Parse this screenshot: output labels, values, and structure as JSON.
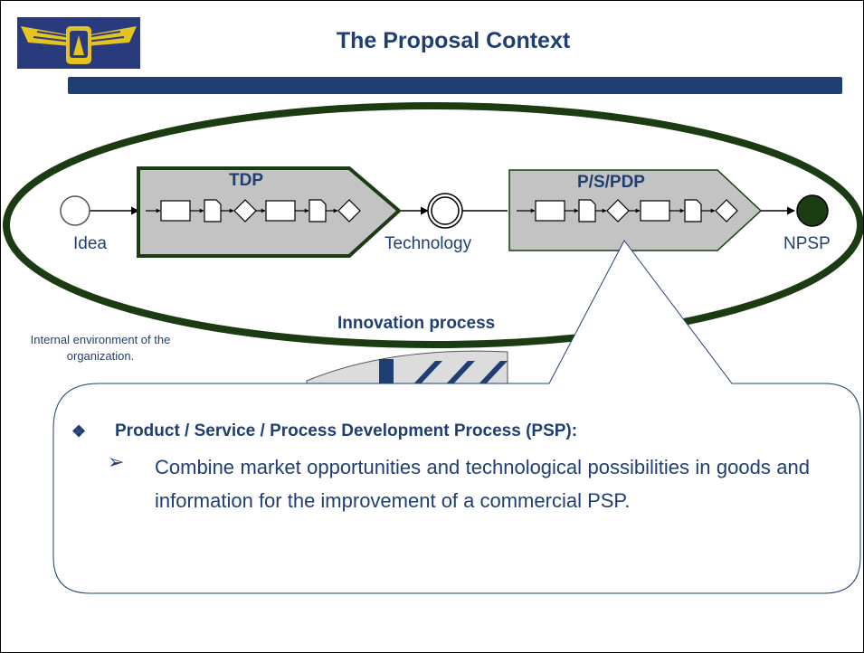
{
  "title": "The Proposal Context",
  "diagram": {
    "tdp_label": "TDP",
    "pspdp_label": "P/S/PDP",
    "start_label": "Idea",
    "middle_label": "Technology",
    "end_label": "NPSP",
    "innovation_label": "Innovation process",
    "environment_note": "Internal environment of the organization."
  },
  "callout": {
    "bullet_title": "Product / Service / Process Development Process (PSP):",
    "sub_bullet": "Combine market opportunities and technological possibilities in goods and information for the improvement of a commercial PSP."
  },
  "colors": {
    "navy": "#1f3f73",
    "dark_green": "#1b3b12",
    "process_fill": "#c3c3c3"
  },
  "icons": {
    "logo": "ita-wings-logo",
    "bullet": "four-diamond-bullet",
    "sub_bullet": "arrowhead-bullet"
  }
}
